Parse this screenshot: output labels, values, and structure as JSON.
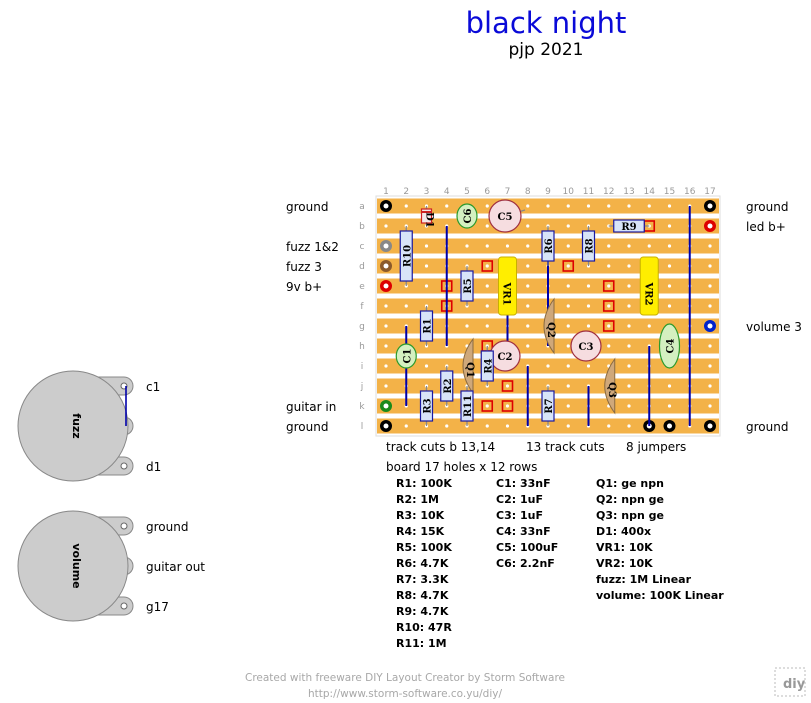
{
  "header": {
    "title": "black night",
    "subtitle": "pjp 2021"
  },
  "board": {
    "columns": [
      "1",
      "2",
      "3",
      "4",
      "5",
      "6",
      "7",
      "8",
      "9",
      "10",
      "11",
      "12",
      "13",
      "14",
      "15",
      "16",
      "17"
    ],
    "rows": [
      "a",
      "b",
      "c",
      "d",
      "e",
      "f",
      "g",
      "h",
      "i",
      "j",
      "k",
      "l"
    ]
  },
  "left_labels": {
    "ground_top": "ground",
    "fuzz12": "fuzz 1&2",
    "fuzz3": "fuzz 3",
    "vb": "9v b+",
    "guitar_in": "guitar in",
    "ground_bottom": "ground"
  },
  "right_labels": {
    "ground_top": "ground",
    "led": "led b+",
    "volume3": "volume 3",
    "ground_bottom": "ground"
  },
  "components": {
    "D1": "D1",
    "C6": "C6",
    "C5": "C5",
    "R9": "R9",
    "R10": "R10",
    "R6": "R6",
    "R8": "R8",
    "VR1": "VR1",
    "VR2": "VR2",
    "R5": "R5",
    "Q2": "Q2",
    "R1": "R1",
    "C1": "C1",
    "Q1": "Q1",
    "C2": "C2",
    "C3": "C3",
    "C4": "C4",
    "R4": "R4",
    "Q3": "Q3",
    "R2": "R2",
    "R3": "R3",
    "R11": "R11",
    "R7": "R7"
  },
  "pots": {
    "fuzz": {
      "name": "fuzz",
      "lug1": "c1",
      "lug3": "d1"
    },
    "volume": {
      "name": "volume",
      "lug1": "ground",
      "lug2": "guitar out",
      "lug3": "g17"
    }
  },
  "summary": {
    "track_cuts": "track cuts b 13,14",
    "track_cut_count": "13 track cuts",
    "jumpers": "8 jumpers",
    "board": "board 17 holes x 12 rows"
  },
  "bom": {
    "resistors": [
      "R1: 100K",
      "R2: 1M",
      "R3: 10K",
      "R4: 15K",
      "R5: 100K",
      "R6: 4.7K",
      "R7: 3.3K",
      "R8: 4.7K",
      "R9: 4.7K",
      "R10: 47R",
      "R11: 1M"
    ],
    "capacitors": [
      "C1: 33nF",
      "C2: 1uF",
      "C3: 1uF",
      "C4: 33nF",
      "C5: 100uF",
      "C6: 2.2nF"
    ],
    "others": [
      "Q1: ge npn",
      "Q2: npn ge",
      "Q3: npn ge",
      "D1: 400x",
      "VR1: 10K",
      "VR2: 10K",
      "fuzz: 1M Linear",
      "volume: 100K Linear"
    ]
  },
  "credits": {
    "line1": "Created with freeware DIY Layout Creator by Storm Software",
    "line2": "http://www.storm-software.co.yu/diy/",
    "logo_text": "diy"
  },
  "colors": {
    "title": "#0a0ad8",
    "board": "#ffffff",
    "strip": "#f3b248",
    "jumper": "#0000aa",
    "resistor": "#d8e4f8",
    "cap_film": "#d4f0c0",
    "cap_elec": "#f6dde0",
    "trimmer": "#ffee00",
    "transistor": "#cfa87a",
    "cut": "#dd0000"
  }
}
